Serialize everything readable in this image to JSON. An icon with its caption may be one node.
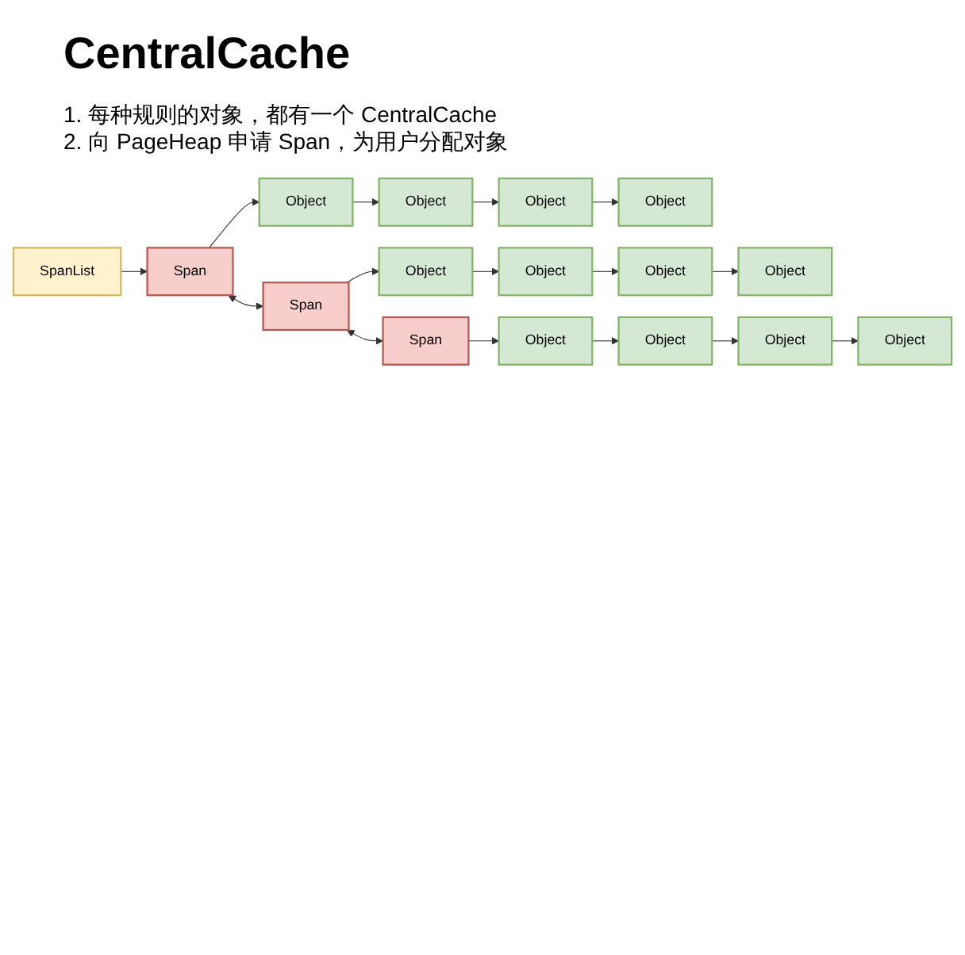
{
  "diagram": {
    "title": "CentralCache",
    "labels": [
      "1. 每种规则的对象，都有一个 CentralCache",
      "2. 向 PageHeap 申请 Span，为用户分配对象"
    ],
    "nodes": [
      {
        "text": [
          "SpanList"
        ]
      },
      {
        "text": [
          "Span"
        ]
      },
      {
        "text": [
          "Object"
        ]
      },
      {
        "text": [
          "Object"
        ]
      },
      {
        "text": [
          "Object"
        ]
      },
      {
        "text": [
          "Object"
        ]
      },
      {
        "text": [
          "Span"
        ]
      },
      {
        "text": [
          "Object"
        ]
      },
      {
        "text": [
          "Object"
        ]
      },
      {
        "text": [
          "Object"
        ]
      },
      {
        "text": [
          "Object"
        ]
      },
      {
        "text": [
          "Span"
        ]
      },
      {
        "text": [
          "Object"
        ]
      },
      {
        "text": [
          "Object"
        ]
      },
      {
        "text": [
          "Object"
        ]
      },
      {
        "text": [
          "Object"
        ]
      }
    ],
    "edges": [
      {
        "from": 0,
        "to": 1,
        "arrow": "to"
      },
      {
        "from": 1,
        "to": 2,
        "arrow": "to"
      },
      {
        "from": 2,
        "to": 3,
        "arrow": "to"
      },
      {
        "from": 3,
        "to": 4,
        "arrow": "to"
      },
      {
        "from": 4,
        "to": 5,
        "arrow": "to"
      },
      {
        "from": 1,
        "to": 6,
        "arrow": "both"
      },
      {
        "from": 6,
        "to": 7,
        "arrow": "to"
      },
      {
        "from": 7,
        "to": 8,
        "arrow": "to"
      },
      {
        "from": 8,
        "to": 9,
        "arrow": "to"
      },
      {
        "from": 9,
        "to": 10,
        "arrow": "to"
      },
      {
        "from": 6,
        "to": 11,
        "arrow": "both"
      },
      {
        "from": 11,
        "to": 12,
        "arrow": "to"
      },
      {
        "from": 12,
        "to": 13,
        "arrow": "to"
      },
      {
        "from": 13,
        "to": 14,
        "arrow": "to"
      },
      {
        "from": 14,
        "to": 15,
        "arrow": "to"
      }
    ]
  }
}
